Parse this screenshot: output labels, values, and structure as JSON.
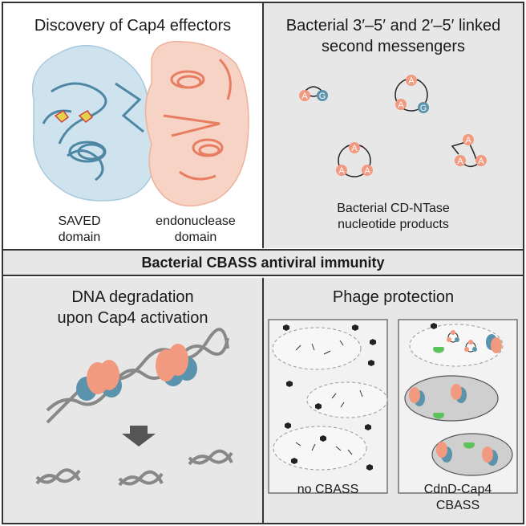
{
  "panels": {
    "top_left": {
      "title": "Discovery of Cap4 effectors",
      "label_saved": "SAVED",
      "label_saved_2": "domain",
      "label_endo": "endonuclease",
      "label_endo_2": "domain"
    },
    "top_right": {
      "title_line1": "Bacterial 3′–5′ and 2′–5′ linked",
      "title_line2": "second messengers",
      "nucleotide_A": "A",
      "nucleotide_G": "G",
      "caption_line1": "Bacterial CD-NTase",
      "caption_line2": "nucleotide products"
    },
    "middle": {
      "title": "Bacterial CBASS antiviral immunity"
    },
    "bottom_left": {
      "title_line1": "DNA degradation",
      "title_line2": "upon Cap4 activation"
    },
    "bottom_right": {
      "title": "Phage protection",
      "label_left": "no CBASS",
      "label_right_1": "CdnD-Cap4",
      "label_right_2": "CBASS"
    }
  },
  "colors": {
    "salmon": "#f29a80",
    "blue": "#5b93ad",
    "light_blue_bg": "#cfe3ef",
    "panel_gray": "#e7e7e7",
    "green": "#5cc25a",
    "cell_fill": "#d9d9d9"
  }
}
